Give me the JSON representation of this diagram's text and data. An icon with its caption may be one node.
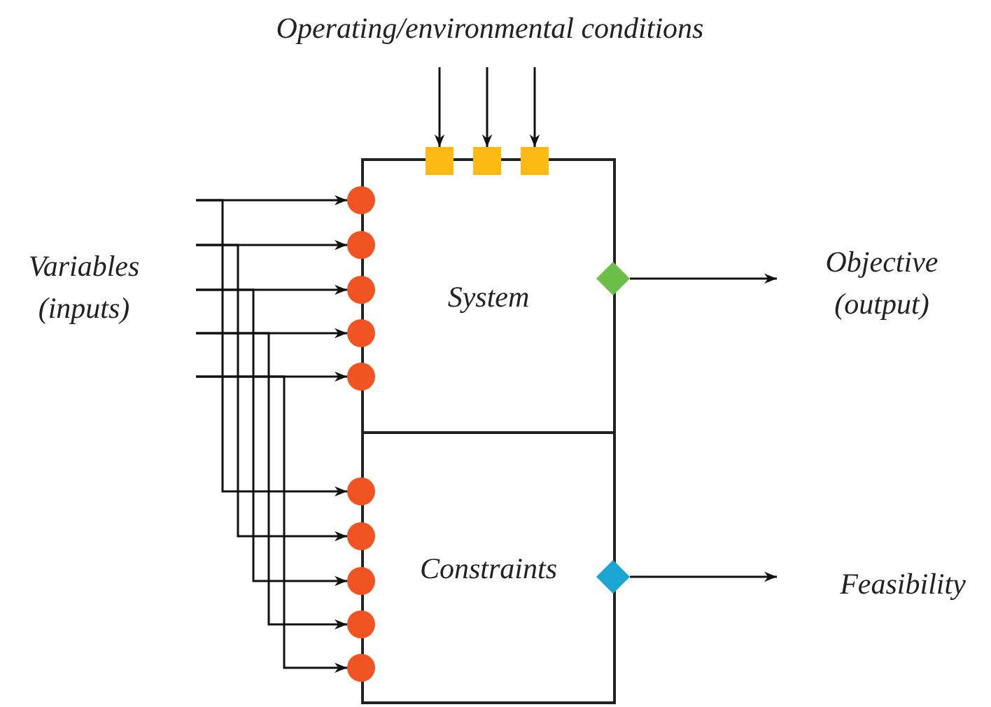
{
  "diagram": {
    "nodes": [
      {
        "text": [
          "System"
        ]
      },
      {
        "text": [
          "Constraints"
        ]
      },
      {
        "text": [],
        "shape": "circle"
      },
      {
        "text": [],
        "shape": "circle"
      },
      {
        "text": [],
        "shape": "circle"
      },
      {
        "text": [],
        "shape": "circle"
      },
      {
        "text": [],
        "shape": "circle"
      },
      {
        "text": [],
        "shape": "circle"
      },
      {
        "text": [],
        "shape": "circle"
      },
      {
        "text": [],
        "shape": "circle"
      },
      {
        "text": [],
        "shape": "circle"
      },
      {
        "text": [],
        "shape": "circle"
      },
      {
        "text": [],
        "shape": "box"
      },
      {
        "text": [],
        "shape": "box"
      },
      {
        "text": [],
        "shape": "box"
      },
      {
        "text": [],
        "shape": "diamond"
      },
      {
        "text": [],
        "shape": "diamond"
      },
      {
        "text": [
          "Objective (output)"
        ]
      },
      {
        "text": [
          "Feasibility"
        ]
      }
    ],
    "edges": [
      {
        "from": null,
        "to": 2,
        "arrow": "to"
      },
      {
        "from": null,
        "to": 3,
        "arrow": "to"
      },
      {
        "from": null,
        "to": 4,
        "arrow": "to"
      },
      {
        "from": null,
        "to": 5,
        "arrow": "to"
      },
      {
        "from": null,
        "to": 6,
        "arrow": "to"
      },
      {
        "from": null,
        "to": 7,
        "arrow": "to"
      },
      {
        "from": null,
        "to": 8,
        "arrow": "to"
      },
      {
        "from": null,
        "to": 9,
        "arrow": "to"
      },
      {
        "from": null,
        "to": 10,
        "arrow": "to"
      },
      {
        "from": null,
        "to": 11,
        "arrow": "to"
      },
      {
        "from": null,
        "to": 12,
        "arrow": "to"
      },
      {
        "from": null,
        "to": 13,
        "arrow": "to"
      },
      {
        "from": null,
        "to": 14,
        "arrow": "to"
      },
      {
        "from": 15,
        "to": 17,
        "arrow": "to"
      },
      {
        "from": 16,
        "to": 18,
        "arrow": "to"
      }
    ],
    "labels": [
      "Operating/environmental conditions",
      "Variables (inputs)"
    ]
  }
}
